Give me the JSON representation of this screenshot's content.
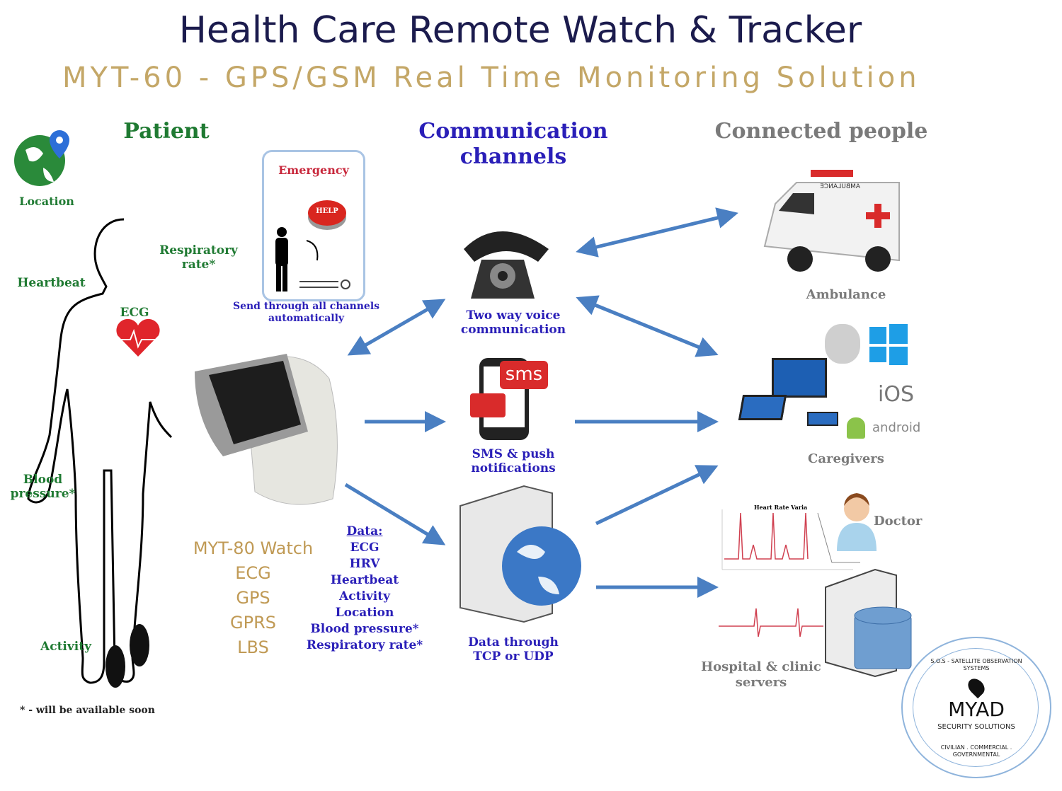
{
  "title": "Health Care Remote Watch & Tracker",
  "subtitle": "MYT-60 - GPS/GSM Real Time Monitoring Solution",
  "sections": {
    "patient": "Patient",
    "communication": [
      "Communication",
      "channels"
    ],
    "connected": "Connected people"
  },
  "patient": {
    "location": "Location",
    "respiratory": [
      "Respiratory",
      "rate*"
    ],
    "heartbeat": "Heartbeat",
    "ecg": "ECG",
    "blood": [
      "Blood",
      "pressure*"
    ],
    "activity": "Activity",
    "footnote": "* - will be available soon"
  },
  "emergency": {
    "title": "Emergency",
    "button": "HELP",
    "caption": [
      "Send through all channels",
      "automatically"
    ]
  },
  "watch": {
    "items": [
      "MYT-80 Watch",
      "ECG",
      "GPS",
      "GPRS",
      "LBS"
    ]
  },
  "data_list": {
    "heading": "Data:",
    "items": [
      "ECG",
      "HRV",
      "Heartbeat",
      "Activity",
      "Location",
      "Blood pressure*",
      "Respiratory rate*"
    ]
  },
  "channels": {
    "voice": [
      "Two way voice",
      "communication"
    ],
    "sms_badge": "sms",
    "sms": [
      "SMS & push",
      "notifications"
    ],
    "data": [
      "Data through",
      "TCP or UDP"
    ]
  },
  "connected": {
    "ambulance_sign": "AMBULANCE",
    "ambulance": "Ambulance",
    "ios": "iOS",
    "android": "android",
    "caregivers": "Caregivers",
    "chart_title": "Heart Rate Varia",
    "doctor": "Doctor",
    "hospital": [
      "Hospital & clinic",
      "servers"
    ]
  },
  "logo": {
    "ring_top": "S.O.S - SATELLITE OBSERVATION SYSTEMS",
    "ring_bottom": "CIVILIAN . COMMERCIAL . GOVERNMENTAL",
    "name": "MYAD",
    "tagline": "SECURITY SOLUTIONS"
  },
  "colors": {
    "title": "#1b1b4d",
    "subtitle": "#c4a767",
    "arrow": "#4a7fc2"
  }
}
